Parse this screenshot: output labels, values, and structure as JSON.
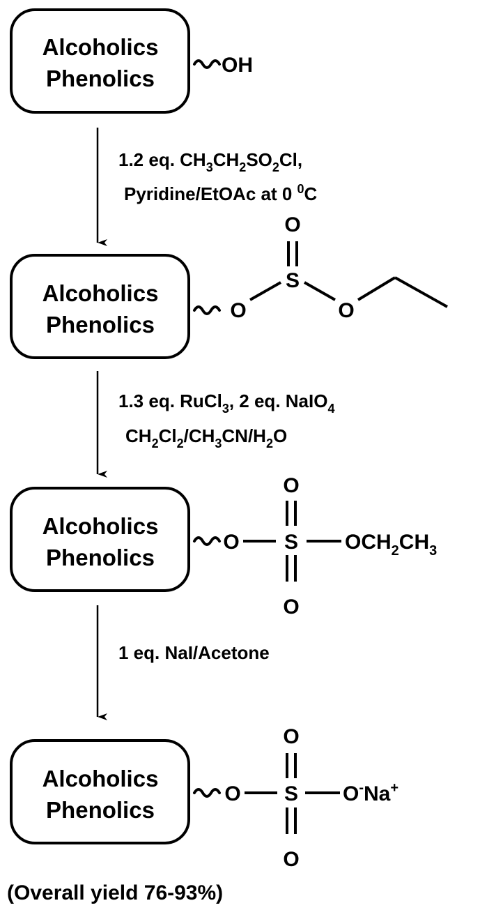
{
  "box": {
    "line1": "Alcoholics",
    "line2": "Phenolics"
  },
  "compound1": {
    "group": "OH"
  },
  "step1": {
    "cond_a": {
      "pre": "1.2 eq. CH",
      "s1": "3",
      "m1": "CH",
      "s2": "2",
      "m2": "SO",
      "s3": "2",
      "post": "Cl,"
    },
    "cond_b": {
      "pre": "Pyridine/EtOAc at 0 ",
      "sup": "0",
      "post": "C"
    }
  },
  "compound2": {
    "o_left": "O",
    "s": "S",
    "o_top": "O",
    "o_right": "O"
  },
  "step2": {
    "cond_a": {
      "pre": "1.3 eq. RuCl",
      "s1": "3",
      "mid": ", 2 eq. NaIO",
      "s2": "4"
    },
    "cond_b": {
      "pre": "CH",
      "s1": "2",
      "m1": "Cl",
      "s2": "2",
      "m2": "/CH",
      "s3": "3",
      "m3": "CN/H",
      "s4": "2",
      "post": "O"
    }
  },
  "compound3": {
    "o_left": "O",
    "s": "S",
    "o_top": "O",
    "o_bottom": "O",
    "r_pre": "OCH",
    "r_sub": "2",
    "r_post": "CH",
    "r_sub2": "3"
  },
  "step3": {
    "cond": "1 eq. NaI/Acetone"
  },
  "compound4": {
    "o_left": "O",
    "s": "S",
    "o_top": "O",
    "o_bottom": "O",
    "o_right": "O",
    "o_right_sup": "-",
    "cation": "Na",
    "cation_sup": "+"
  },
  "yield": "(Overall yield 76-93%)"
}
